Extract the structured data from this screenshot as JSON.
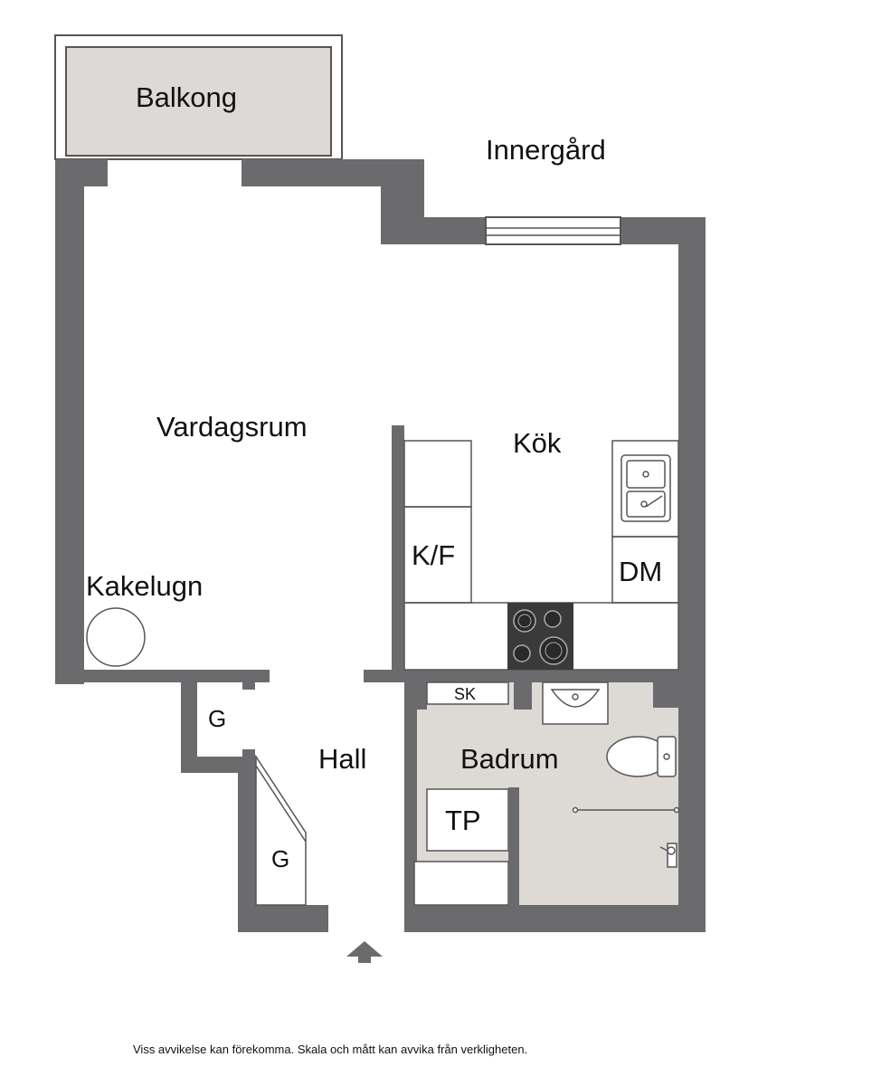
{
  "labels": {
    "balkong": "Balkong",
    "innergard": "Innergård",
    "vardagsrum": "Vardagsrum",
    "kok": "Kök",
    "kf": "K/F",
    "dm": "DM",
    "kakelugn": "Kakelugn",
    "g_upper": "G",
    "g_lower": "G",
    "hall": "Hall",
    "sk": "SK",
    "badrum": "Badrum",
    "tp": "TP"
  },
  "disclaimer": "Viss avvikelse kan förekomma. Skala och mått kan avvika från verkligheten.",
  "colors": {
    "wall": "#6b6b6e",
    "balcony_fill": "#ddd9d6",
    "bathroom_fill": "#dddad6",
    "stove": "#3a3a3a"
  }
}
